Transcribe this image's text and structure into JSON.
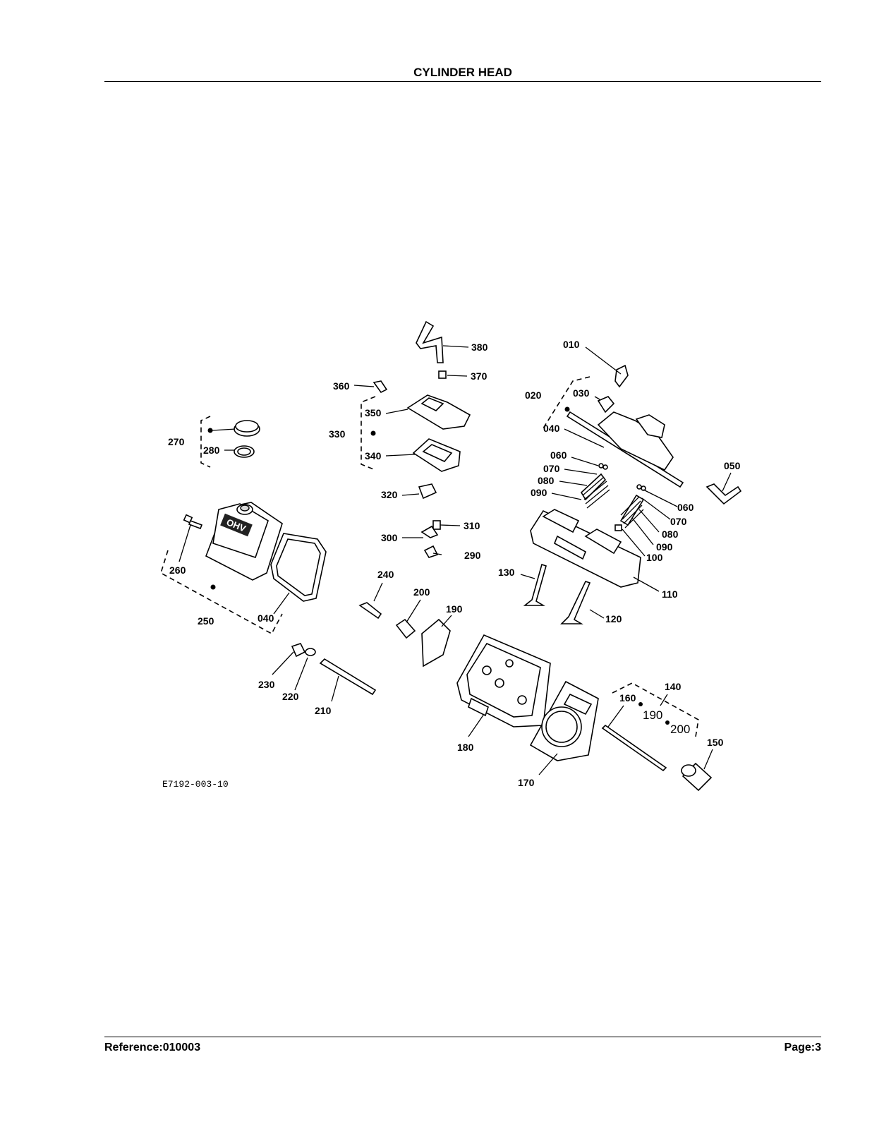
{
  "page": {
    "title": "CYLINDER HEAD",
    "reference": "Reference:010003",
    "page_number": "Page:3"
  },
  "figure": {
    "code": "E7192-003-10",
    "callouts": [
      {
        "id": "c010",
        "label": "010"
      },
      {
        "id": "c020",
        "label": "020"
      },
      {
        "id": "c030",
        "label": "030"
      },
      {
        "id": "c040a",
        "label": "040"
      },
      {
        "id": "c050",
        "label": "050"
      },
      {
        "id": "c060a",
        "label": "060"
      },
      {
        "id": "c070a",
        "label": "070"
      },
      {
        "id": "c080a",
        "label": "080"
      },
      {
        "id": "c090a",
        "label": "090"
      },
      {
        "id": "c060b",
        "label": "060"
      },
      {
        "id": "c070b",
        "label": "070"
      },
      {
        "id": "c080b",
        "label": "080"
      },
      {
        "id": "c090b",
        "label": "090"
      },
      {
        "id": "c100",
        "label": "100"
      },
      {
        "id": "c110",
        "label": "110"
      },
      {
        "id": "c120",
        "label": "120"
      },
      {
        "id": "c130",
        "label": "130"
      },
      {
        "id": "c140",
        "label": "140"
      },
      {
        "id": "c150",
        "label": "150"
      },
      {
        "id": "c160",
        "label": "160"
      },
      {
        "id": "c170",
        "label": "170"
      },
      {
        "id": "c180",
        "label": "180"
      },
      {
        "id": "c190",
        "label": "190"
      },
      {
        "id": "c200",
        "label": "200"
      },
      {
        "id": "c210",
        "label": "210"
      },
      {
        "id": "c220",
        "label": "220"
      },
      {
        "id": "c230",
        "label": "230"
      },
      {
        "id": "c240",
        "label": "240"
      },
      {
        "id": "c250",
        "label": "250"
      },
      {
        "id": "c260",
        "label": "260"
      },
      {
        "id": "c270",
        "label": "270"
      },
      {
        "id": "c280",
        "label": "280"
      },
      {
        "id": "c290",
        "label": "290"
      },
      {
        "id": "c300",
        "label": "300"
      },
      {
        "id": "c310",
        "label": "310"
      },
      {
        "id": "c320",
        "label": "320"
      },
      {
        "id": "c330",
        "label": "330"
      },
      {
        "id": "c340",
        "label": "340"
      },
      {
        "id": "c350",
        "label": "350"
      },
      {
        "id": "c360",
        "label": "360"
      },
      {
        "id": "c370",
        "label": "370"
      },
      {
        "id": "c380",
        "label": "380"
      },
      {
        "id": "c040b",
        "label": "040"
      }
    ],
    "kit_note": {
      "part_a": "190",
      "part_b": "200"
    },
    "cover_lettering": "OHV"
  }
}
